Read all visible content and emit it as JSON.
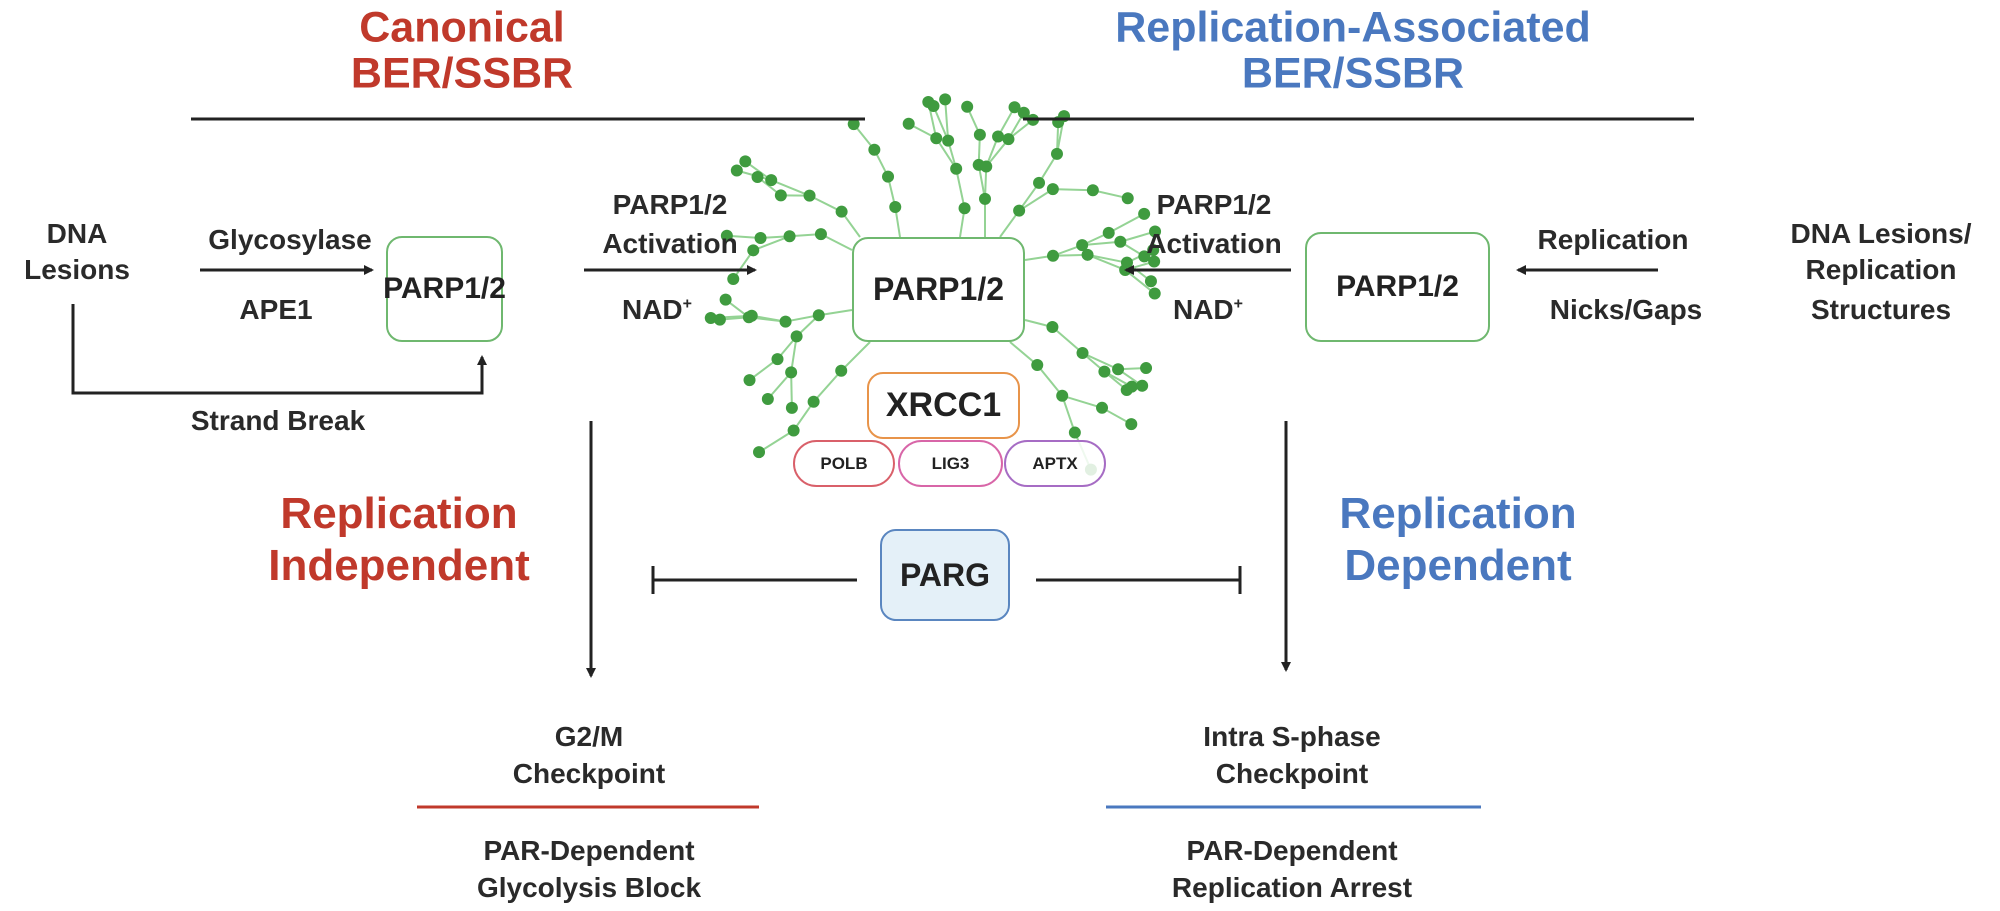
{
  "left_header": {
    "line1": "Canonical",
    "line2": "BER/SSBR"
  },
  "right_header": {
    "line1": "Replication-Associated",
    "line2": "BER/SSBR"
  },
  "left_flow": {
    "dna_lesions_1": "DNA",
    "dna_lesions_2": "Lesions",
    "glycosylase": "Glycosylase",
    "ape1": "APE1",
    "strand_break": "Strand Break",
    "parp_box": "PARP1/2",
    "activation_1": "PARP1/2",
    "activation_2": "Activation",
    "nad": "NAD",
    "nad_sup": "+"
  },
  "center": {
    "parp_box": "PARP1/2",
    "xrcc1": "XRCC1",
    "polb": "POLB",
    "lig3": "LIG3",
    "aptx": "APTX",
    "parg": "PARG"
  },
  "right_flow": {
    "lesions_1": "DNA Lesions/",
    "lesions_2": "Replication",
    "lesions_3": "Structures",
    "replication": "Replication",
    "nicks_gaps": "Nicks/Gaps",
    "parp_box": "PARP1/2",
    "activation_1": "PARP1/2",
    "activation_2": "Activation",
    "nad": "NAD",
    "nad_sup": "+"
  },
  "left_outcome": {
    "mode_1": "Replication",
    "mode_2": "Independent",
    "checkpoint_1": "G2/M",
    "checkpoint_2": "Checkpoint",
    "result_1": "PAR-Dependent",
    "result_2": "Glycolysis Block"
  },
  "right_outcome": {
    "mode_1": "Replication",
    "mode_2": "Dependent",
    "checkpoint_1": "Intra S-phase",
    "checkpoint_2": "Checkpoint",
    "result_1": "PAR-Dependent",
    "result_2": "Replication Arrest"
  },
  "colors": {
    "canonical": "#c0392b",
    "replication": "#4a78bf",
    "par_dot": "#3f9b3f",
    "par_line": "#94d394",
    "parp_border": "#6fb86f",
    "xrcc1_border": "#e8944a",
    "polb_border": "#d9606a",
    "lig3_border": "#d866a8",
    "aptx_border": "#a66cc4",
    "parg_fill": "#e4f0f8",
    "parg_border": "#5a86c0"
  }
}
